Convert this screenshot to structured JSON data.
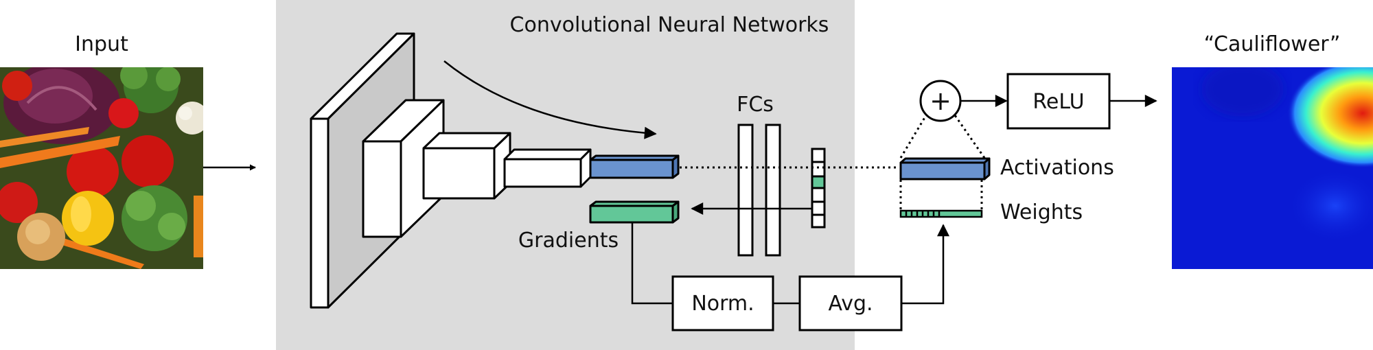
{
  "labels": {
    "input": "Input",
    "cnn_title": "Convolutional Neural Networks",
    "fcs": "FCs",
    "gradients": "Gradients",
    "norm": "Norm.",
    "avg": "Avg.",
    "relu": "ReLU",
    "activations": "Activations",
    "weights": "Weights",
    "output_class": "“Cauliflower”",
    "plus": "+"
  },
  "colors": {
    "cnn_background": "#dcdcdc",
    "activation_blue": "#6a93cf",
    "gradient_green": "#62c798",
    "heatmap_low": "#0a1ad4",
    "heatmap_high": "#e11a10"
  },
  "icons": {
    "input_image": "vegetables-photo",
    "output_image": "class-activation-heatmap"
  }
}
